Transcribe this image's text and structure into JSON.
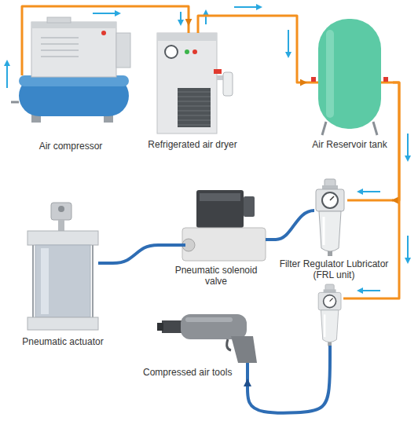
{
  "diagram": {
    "nodes": [
      {
        "text": [
          "Air compressor"
        ]
      },
      {
        "text": [
          "Refrigerated air dryer"
        ]
      },
      {
        "text": [
          "Air Reservoir tank"
        ]
      },
      {
        "text": [
          "Pneumatic solenoid valve"
        ]
      },
      {
        "text": [
          "Filter Regulator Lubricator (FRL unit)"
        ]
      },
      {
        "text": [
          "Pneumatic actuator"
        ]
      },
      {
        "text": [
          "Compressed air tools"
        ]
      }
    ],
    "edges": [
      {
        "from": 0,
        "to": 1,
        "arrow": "to"
      },
      {
        "from": 1,
        "to": 2,
        "arrow": "to"
      },
      {
        "from": 2,
        "to": 4,
        "arrow": "to"
      },
      {
        "from": 4,
        "to": 3,
        "arrow": "none"
      },
      {
        "from": 3,
        "to": 5,
        "arrow": "none"
      },
      {
        "from": 2,
        "to": 6,
        "arrow": "to"
      }
    ]
  }
}
